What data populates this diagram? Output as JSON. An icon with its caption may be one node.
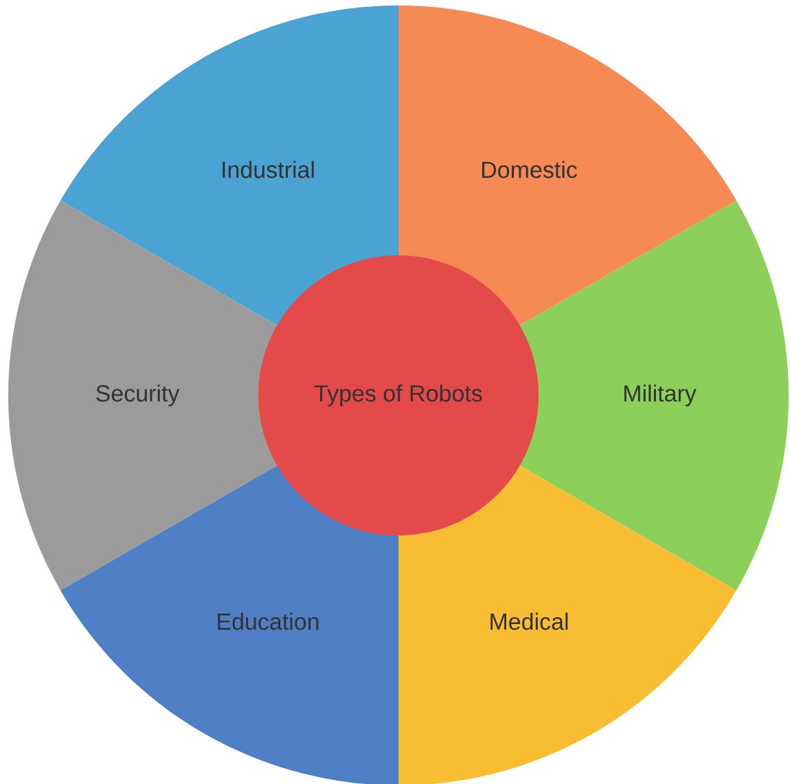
{
  "diagram": {
    "nodes": [
      {
        "text": [
          "Types of Robots"
        ]
      },
      {
        "text": [
          "Industrial"
        ]
      },
      {
        "text": [
          "Domestic"
        ]
      },
      {
        "text": [
          "Security"
        ]
      },
      {
        "text": [
          "Military"
        ]
      },
      {
        "text": [
          "Education"
        ]
      },
      {
        "text": [
          "Medical"
        ]
      }
    ]
  }
}
